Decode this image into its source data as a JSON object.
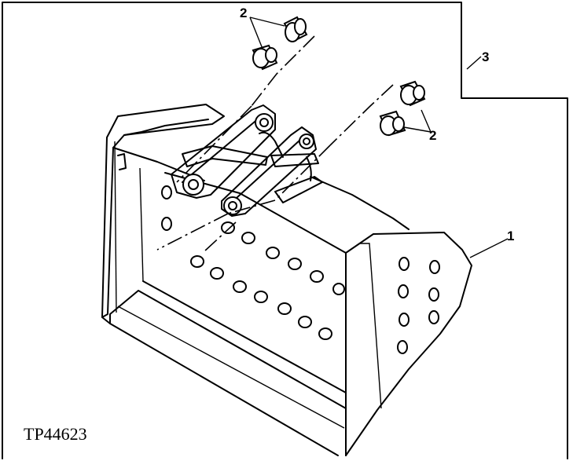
{
  "figure": {
    "id_label": "TP44623",
    "callouts": {
      "bucket": "1",
      "bushings_top": "2",
      "bushings_right": "2",
      "boundary": "3"
    }
  },
  "colors": {
    "line": "#000000",
    "background": "#ffffff"
  },
  "icons": [
    "bucket-drawing",
    "bushing-icon"
  ]
}
